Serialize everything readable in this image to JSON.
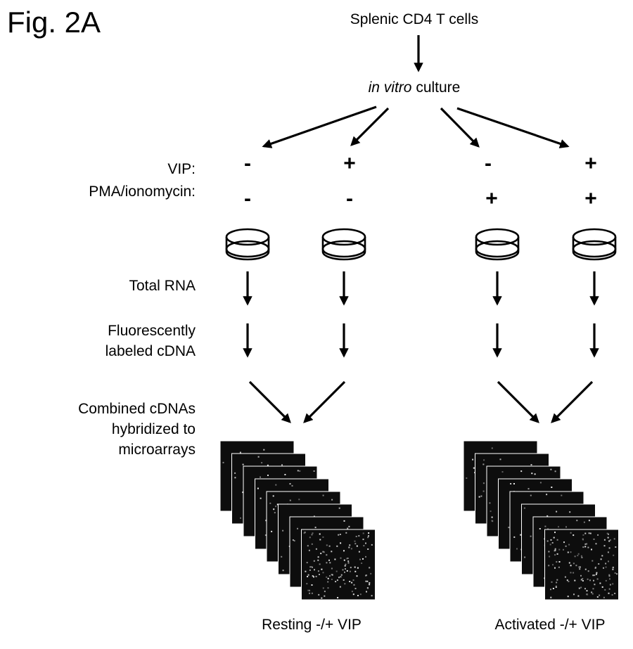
{
  "figure_label": "Fig. 2A",
  "source": "Splenic CD4 T cells",
  "culture": {
    "italic": "in vitro",
    "rest": " culture"
  },
  "row_labels": {
    "vip": "VIP:",
    "pma": "PMA/ionomycin:",
    "total_rna": "Total RNA",
    "cdna": "Fluorescently\nlabeled cDNA",
    "combined": "Combined cDNAs\nhybridized to\nmicroarrays"
  },
  "conditions": [
    {
      "vip": "-",
      "pma": "-"
    },
    {
      "vip": "+",
      "pma": "-"
    },
    {
      "vip": "-",
      "pma": "+"
    },
    {
      "vip": "+",
      "pma": "+"
    }
  ],
  "groups": [
    {
      "label": "Resting -/+ VIP"
    },
    {
      "label": "Activated -/+ VIP"
    }
  ]
}
